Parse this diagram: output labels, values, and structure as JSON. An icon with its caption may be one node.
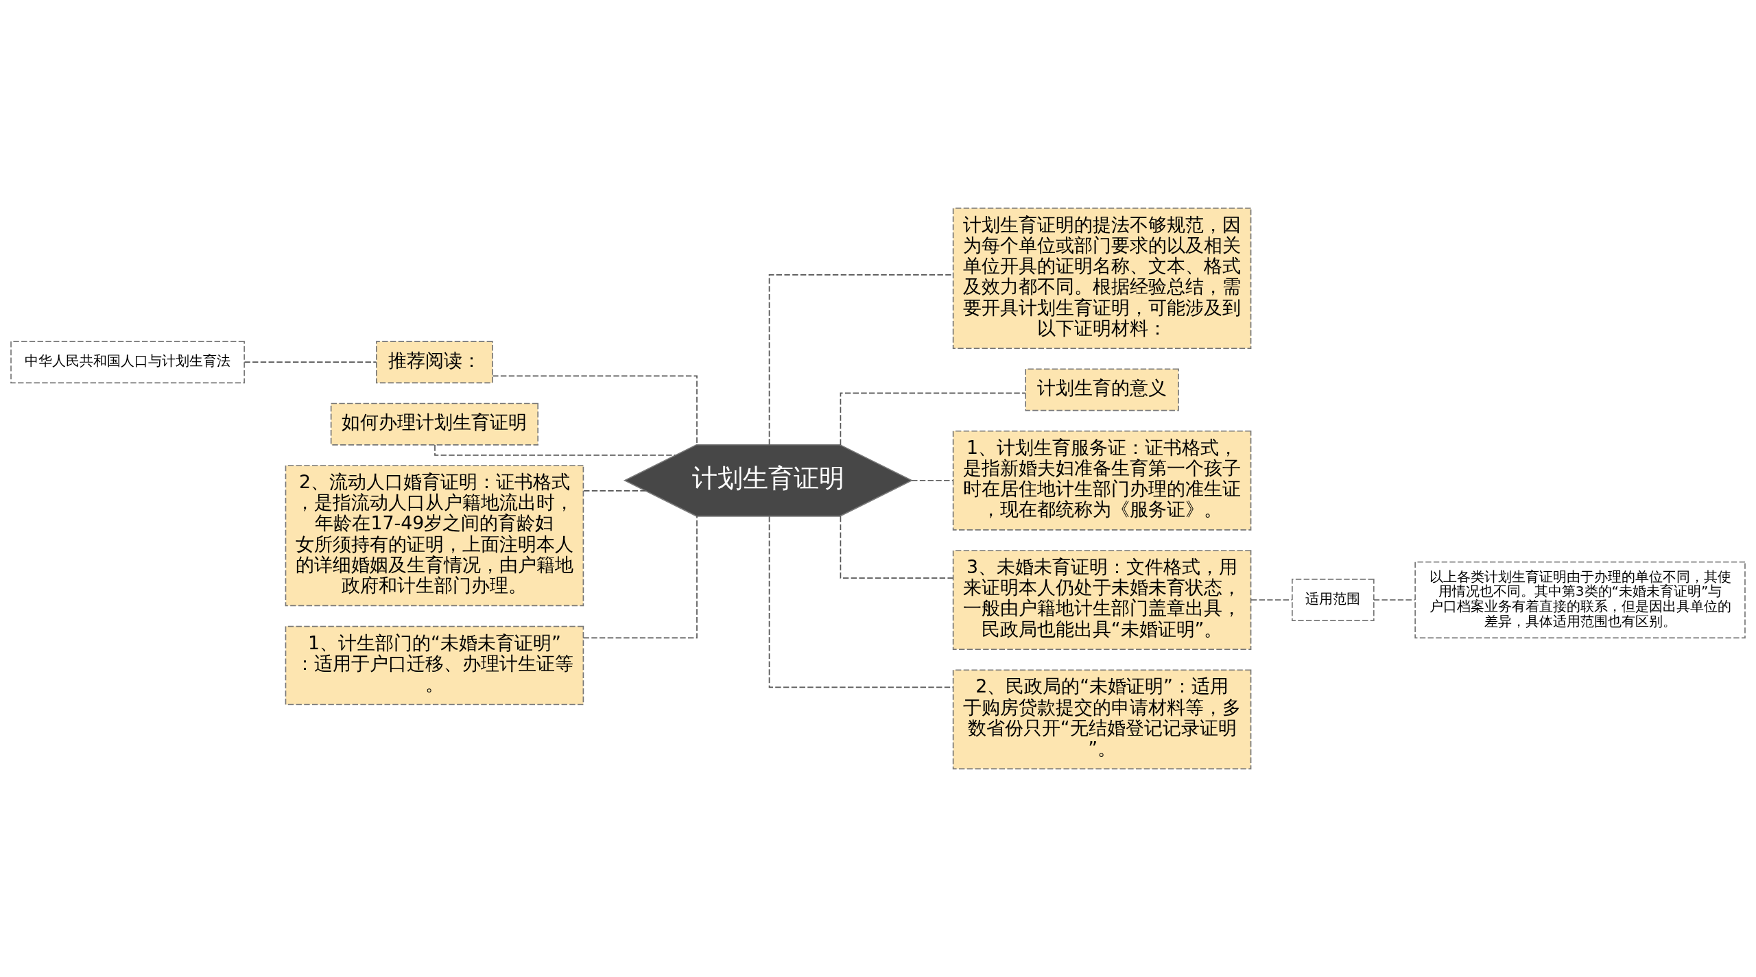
{
  "diagram": {
    "nodes": [
      {
        "text": [
          "计划生育证明"
        ]
      },
      {
        "text": [
          "中华人民共和国人口与计划生育法"
        ]
      },
      {
        "text": [
          "推荐阅读："
        ]
      },
      {
        "text": [
          "如何办理计划生育证明"
        ]
      },
      {
        "text": [
          "2、流动人口婚育证明：证书格式，是指流动人口从户籍地流出时，年龄在17-49岁之间的育龄妇女所须持有的证明，上面注明本人的详细婚姻及生育情况，由户籍地政府和计生部门办理。"
        ]
      },
      {
        "text": [
          "1、计生部门的“未婚未育证明”：适用于户口迁移、办理计生证等。"
        ]
      },
      {
        "text": [
          "计划生育证明的提法不够规范，因为每个单位或部门要求的以及相关单位开具的证明名称、文本、格式及效力都不同。根据经验总结，需要开具计划生育证明，可能涉及到以下证明材料："
        ]
      },
      {
        "text": [
          "计划生育的意义"
        ]
      },
      {
        "text": [
          "1、计划生育服务证：证书格式，是指新婚夫妇准备生育第一个孩子时在居住地计生部门办理的准生证，现在都统称为《服务证》。"
        ]
      },
      {
        "text": [
          "3、未婚未育证明：文件格式，用来证明本人仍处于未婚未育状态，一般由户籍地计生部门盖章出具，民政局也能出具“未婚证明”。"
        ]
      },
      {
        "text": [
          "适用范围"
        ]
      },
      {
        "text": [
          "以上各类计划生育证明由于办理的单位不同，其使用情况也不同。其中第3类的“未婚未育证明”与户口档案业务有着直接的联系，但是因出具单位的差异，具体适用范围也有区别。"
        ]
      },
      {
        "text": [
          "2、民政局的“未婚证明”：适用于购房贷款提交的申请材料等，多数省份只开“无结婚登记记录证明”。"
        ]
      }
    ],
    "edges": [
      {
        "from": 0,
        "to": 2,
        "arrow": "none",
        "style": "dashed"
      },
      {
        "from": 2,
        "to": 1,
        "arrow": "none",
        "style": "dashed"
      },
      {
        "from": 0,
        "to": 3,
        "arrow": "none",
        "style": "dashed"
      },
      {
        "from": 0,
        "to": 4,
        "arrow": "none",
        "style": "dashed"
      },
      {
        "from": 0,
        "to": 5,
        "arrow": "none",
        "style": "dashed"
      },
      {
        "from": 0,
        "to": 6,
        "arrow": "none",
        "style": "dashed"
      },
      {
        "from": 0,
        "to": 7,
        "arrow": "none",
        "style": "dashed"
      },
      {
        "from": 0,
        "to": 8,
        "arrow": "none",
        "style": "dashed"
      },
      {
        "from": 0,
        "to": 9,
        "arrow": "none",
        "style": "dashed"
      },
      {
        "from": 9,
        "to": 10,
        "arrow": "none",
        "style": "dashed"
      },
      {
        "from": 10,
        "to": 11,
        "arrow": "none",
        "style": "dashed"
      },
      {
        "from": 0,
        "to": 12,
        "arrow": "none",
        "style": "dashed"
      }
    ]
  }
}
